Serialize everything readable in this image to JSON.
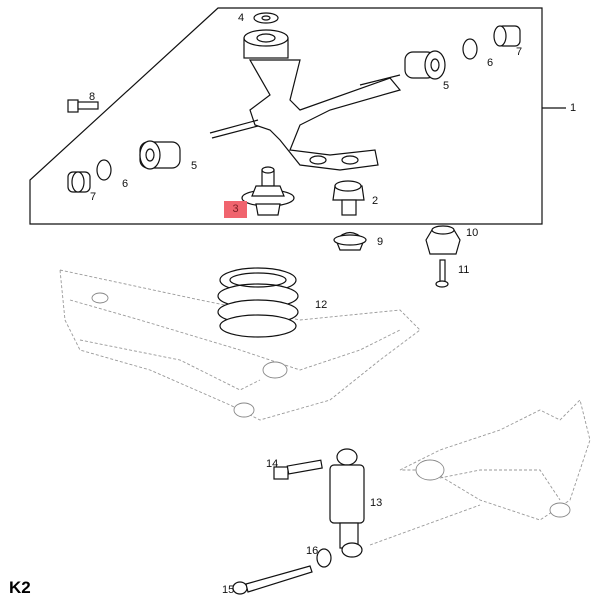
{
  "diagram": {
    "group_label": "1",
    "highlighted_part": "3",
    "callouts": [
      "1",
      "2",
      "3",
      "4",
      "5",
      "5",
      "6",
      "6",
      "7",
      "7",
      "8",
      "9",
      "10",
      "11",
      "12",
      "13",
      "14",
      "15",
      "16"
    ],
    "page_code": "K2",
    "highlight_color": "#f0646e"
  }
}
